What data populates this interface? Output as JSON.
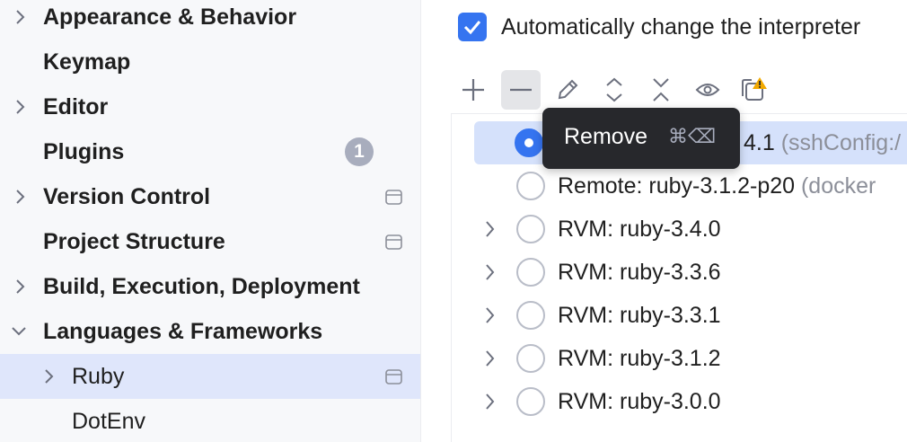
{
  "sidebar": {
    "items": [
      {
        "label": "Appearance & Behavior",
        "expandable": true
      },
      {
        "label": "Keymap",
        "expandable": false
      },
      {
        "label": "Editor",
        "expandable": true
      },
      {
        "label": "Plugins",
        "expandable": false,
        "badge": "1"
      },
      {
        "label": "Version Control",
        "expandable": true
      },
      {
        "label": "Project Structure",
        "expandable": false
      },
      {
        "label": "Build, Execution, Deployment",
        "expandable": true
      },
      {
        "label": "Languages & Frameworks",
        "expanded": true
      },
      {
        "label": "Ruby",
        "expandable": true,
        "selected": true
      },
      {
        "label": "DotEnv",
        "expandable": false
      }
    ]
  },
  "main": {
    "checkbox_label": "Automatically change the interpreter",
    "checkbox_checked": true,
    "toolbar": {
      "add_icon": "plus-icon",
      "remove_icon": "minus-icon",
      "edit_icon": "pencil-icon",
      "expand_icon": "expand-all-icon",
      "collapse_icon": "collapse-all-icon",
      "show_icon": "eye-icon",
      "warning_icon": "copy-warning-icon"
    },
    "interpreters": [
      {
        "label_tail": "4.1 ",
        "hint": "(sshConfig:/",
        "selected": true
      },
      {
        "label": "Remote: ruby-3.1.2-p20 ",
        "hint": "(docker"
      },
      {
        "label": "RVM: ruby-3.4.0",
        "expandable": true
      },
      {
        "label": "RVM: ruby-3.3.6",
        "expandable": true
      },
      {
        "label": "RVM: ruby-3.3.1",
        "expandable": true
      },
      {
        "label": "RVM: ruby-3.1.2",
        "expandable": true
      },
      {
        "label": "RVM: ruby-3.0.0",
        "expandable": true
      }
    ]
  },
  "tooltip": {
    "text": "Remove",
    "shortcut": "⌘⌫"
  },
  "colors": {
    "accent": "#3574f0",
    "selection": "#dfe6fb",
    "tooltip_bg": "#27282c"
  }
}
